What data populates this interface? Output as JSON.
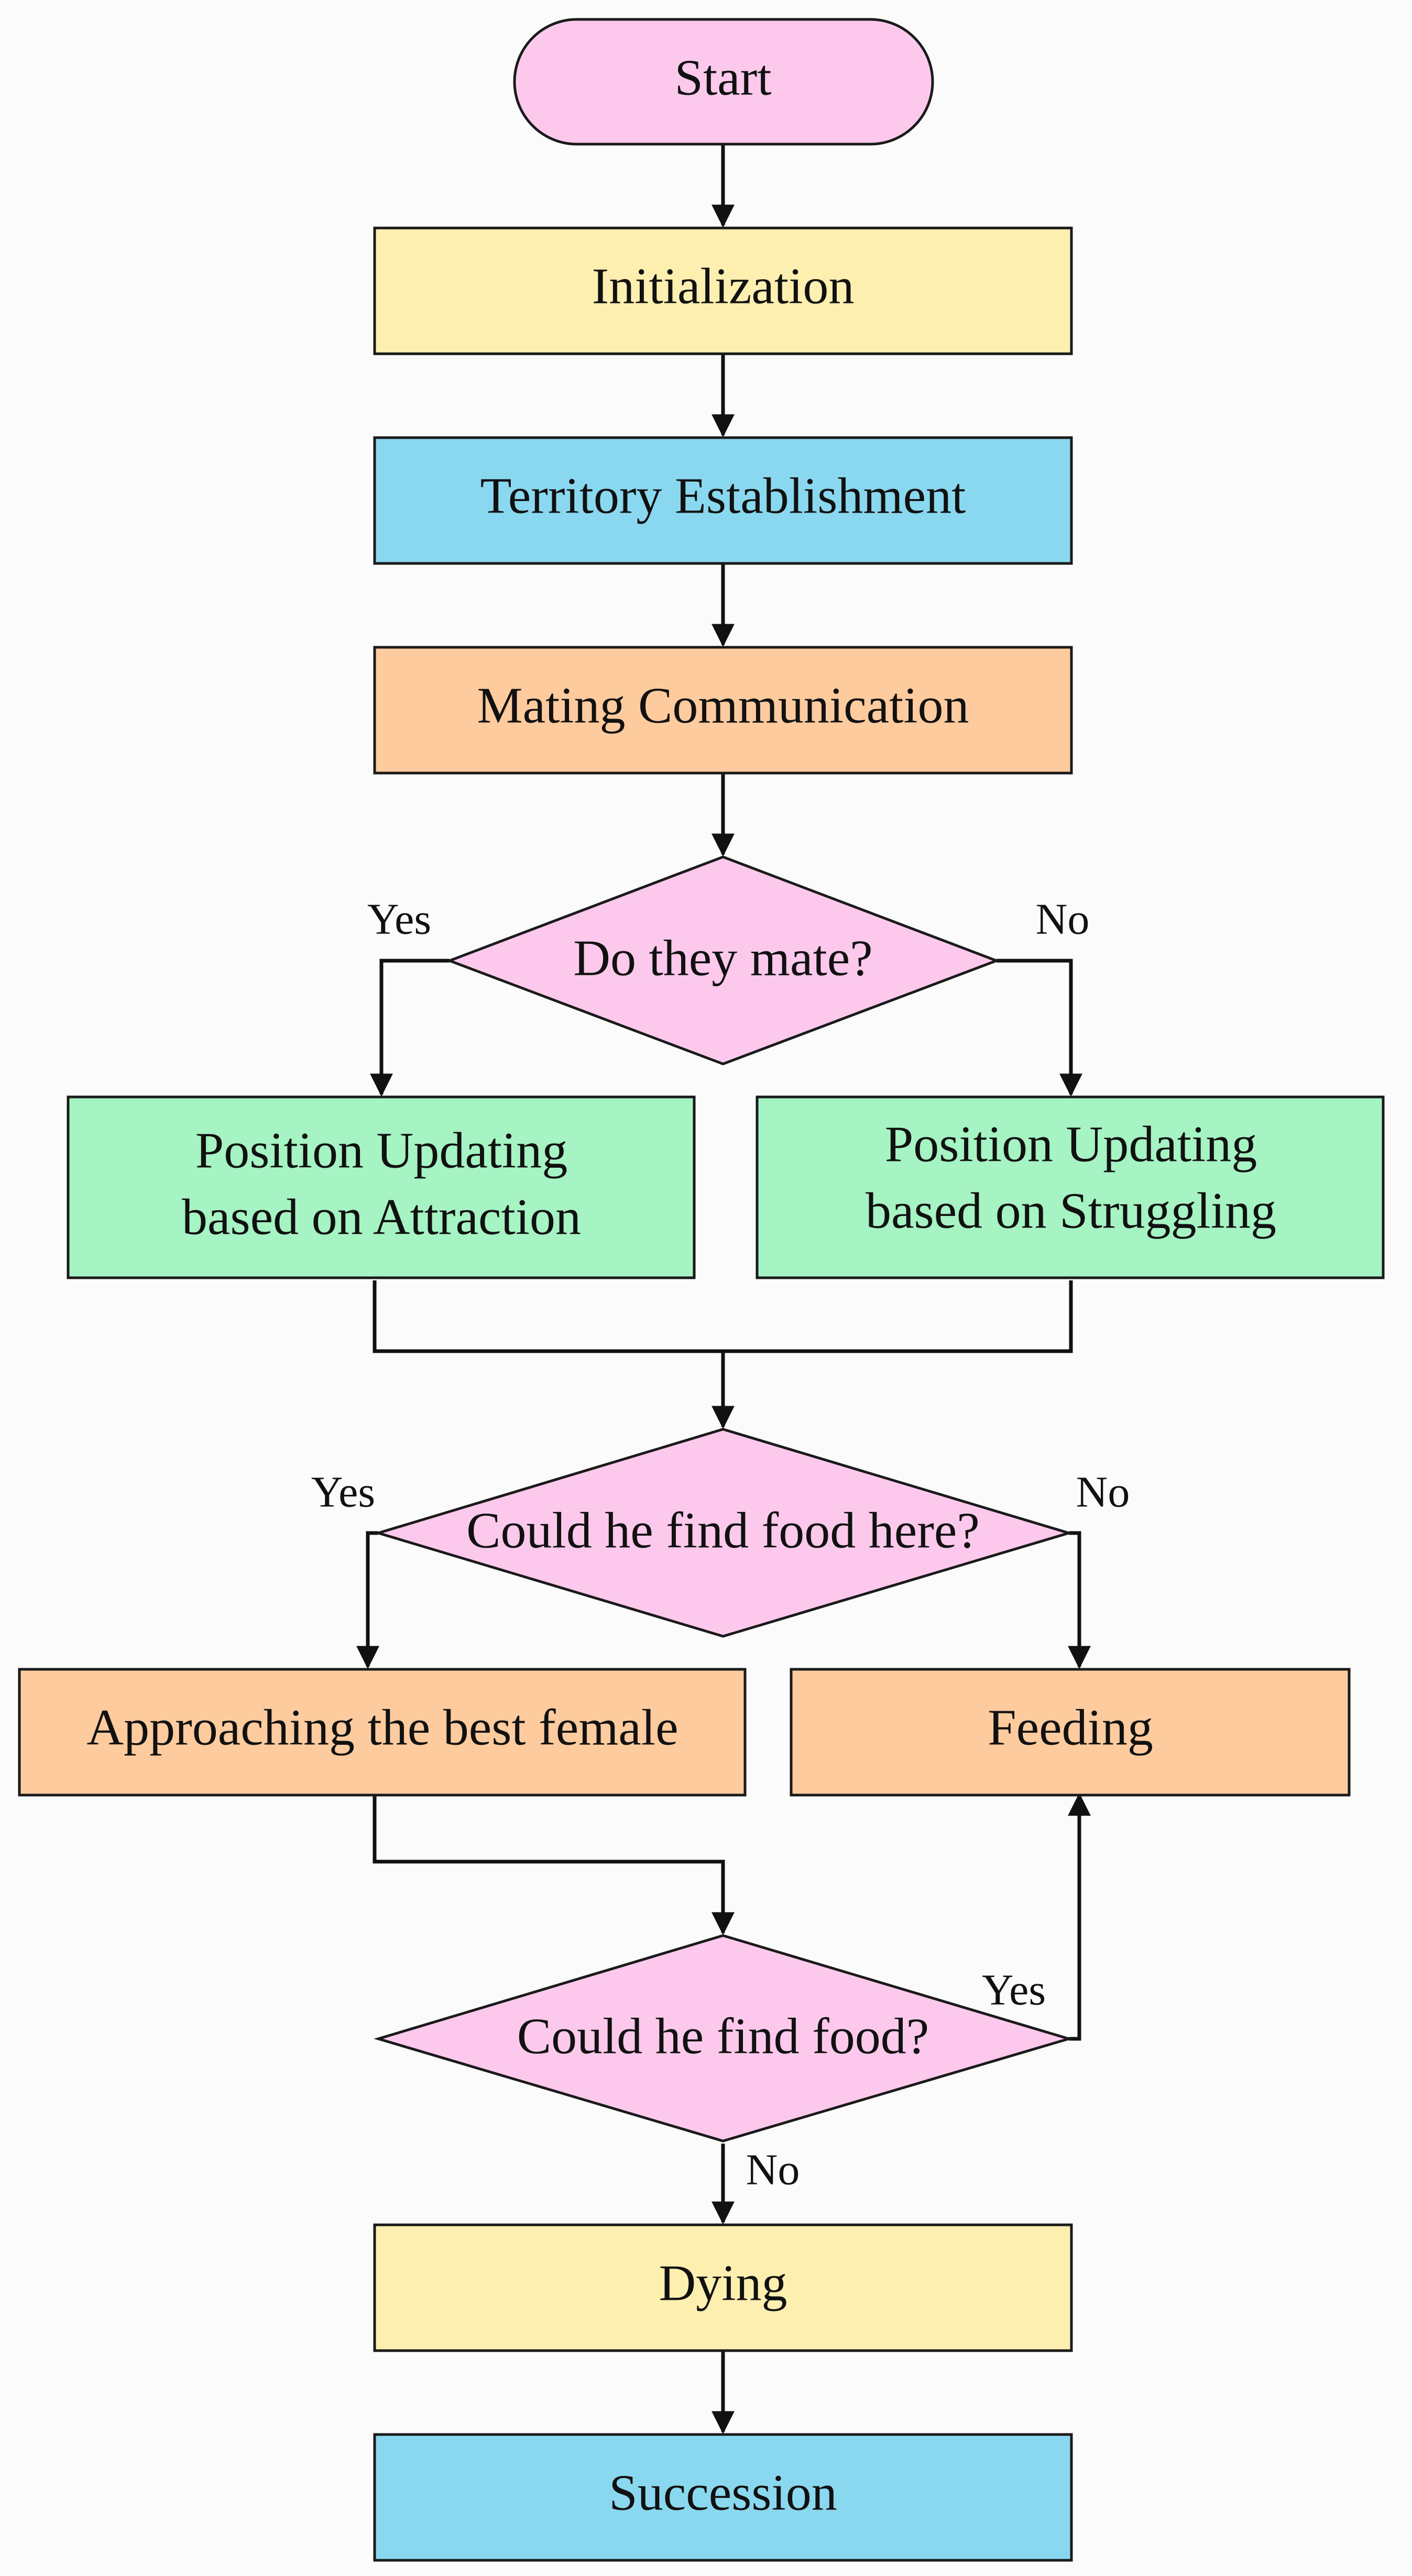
{
  "colors": {
    "pink": "#fcc9ec",
    "yellow": "#fcefb0",
    "blue": "#8ad8ef",
    "orange": "#fdcb9e",
    "green": "#a6f3c3",
    "line": "#111111"
  },
  "nodes": {
    "start": "Start",
    "initialization": "Initialization",
    "territory": "Territory Establishment",
    "mating": "Mating Communication",
    "do_they_mate": "Do they mate?",
    "attraction": [
      "Position Updating",
      "based on Attraction"
    ],
    "struggling": [
      "Position Updating",
      "based on Struggling"
    ],
    "food_here": "Could he find food here?",
    "approaching": "Approaching the best female",
    "feeding": "Feeding",
    "find_food": "Could he find food?",
    "dying": "Dying",
    "succession": "Succession"
  },
  "edge_labels": {
    "mate_yes": "Yes",
    "mate_no": "No",
    "food_here_yes": "Yes",
    "food_here_no": "No",
    "find_food_yes": "Yes",
    "find_food_no": "No"
  }
}
